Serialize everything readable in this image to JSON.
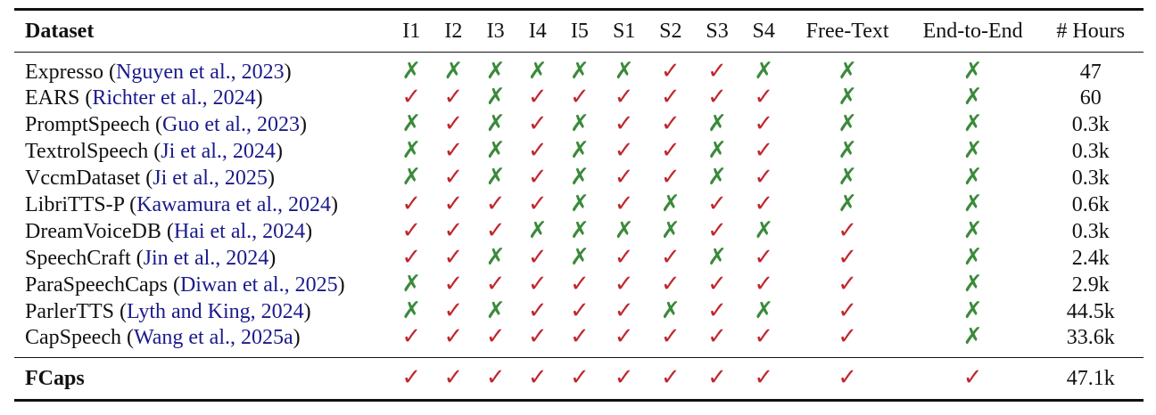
{
  "headers": [
    "Dataset",
    "I1",
    "I2",
    "I3",
    "I4",
    "I5",
    "S1",
    "S2",
    "S3",
    "S4",
    "Free-Text",
    "End-to-End",
    "# Hours"
  ],
  "colors": {
    "check": "#c0272d",
    "cross": "#3a8a3a",
    "cite": "#1a1a8c"
  },
  "rows": [
    {
      "name": "Expresso",
      "cite_open": " (",
      "cite": "Nguyen et al., 2023",
      "cite_close": ")",
      "flags": [
        0,
        0,
        0,
        0,
        0,
        0,
        1,
        1,
        0,
        0,
        0
      ],
      "hours": "47"
    },
    {
      "name": "EARS",
      "cite_open": " (",
      "cite": "Richter et al., 2024",
      "cite_close": ")",
      "flags": [
        1,
        1,
        0,
        1,
        1,
        1,
        1,
        1,
        1,
        0,
        0
      ],
      "hours": "60"
    },
    {
      "name": "PromptSpeech",
      "cite_open": " (",
      "cite": "Guo et al., 2023",
      "cite_close": ")",
      "flags": [
        0,
        1,
        0,
        1,
        0,
        1,
        1,
        0,
        1,
        0,
        0
      ],
      "hours": "0.3k"
    },
    {
      "name": "TextrolSpeech",
      "cite_open": " (",
      "cite": "Ji et al., 2024",
      "cite_close": ")",
      "flags": [
        0,
        1,
        0,
        1,
        0,
        1,
        1,
        0,
        1,
        0,
        0
      ],
      "hours": "0.3k"
    },
    {
      "name": "VccmDataset",
      "cite_open": " (",
      "cite": "Ji et al., 2025",
      "cite_close": ")",
      "flags": [
        0,
        1,
        0,
        1,
        0,
        1,
        1,
        0,
        1,
        0,
        0
      ],
      "hours": "0.3k"
    },
    {
      "name": "LibriTTS-P",
      "cite_open": " (",
      "cite": "Kawamura et al., 2024",
      "cite_close": ")",
      "flags": [
        1,
        1,
        1,
        1,
        0,
        1,
        0,
        1,
        1,
        0,
        0
      ],
      "hours": "0.6k"
    },
    {
      "name": "DreamVoiceDB",
      "cite_open": " (",
      "cite": "Hai et al., 2024",
      "cite_close": ")",
      "flags": [
        1,
        1,
        1,
        0,
        0,
        0,
        0,
        1,
        0,
        1,
        0
      ],
      "hours": "0.3k"
    },
    {
      "name": "SpeechCraft",
      "cite_open": " (",
      "cite": "Jin et al., 2024",
      "cite_close": ")",
      "flags": [
        1,
        1,
        0,
        1,
        0,
        1,
        1,
        0,
        1,
        1,
        0
      ],
      "hours": "2.4k"
    },
    {
      "name": "ParaSpeechCaps",
      "cite_open": " (",
      "cite": "Diwan et al., 2025",
      "cite_close": ")",
      "flags": [
        0,
        1,
        1,
        1,
        1,
        1,
        1,
        1,
        1,
        1,
        0
      ],
      "hours": "2.9k"
    },
    {
      "name": "ParlerTTS",
      "cite_open": " (",
      "cite": "Lyth and King, 2024",
      "cite_close": ")",
      "flags": [
        0,
        1,
        0,
        1,
        1,
        1,
        0,
        1,
        0,
        1,
        0
      ],
      "hours": "44.5k"
    },
    {
      "name": "CapSpeech",
      "cite_open": " (",
      "cite": "Wang et al., 2025a",
      "cite_close": ")",
      "flags": [
        1,
        1,
        1,
        1,
        1,
        1,
        1,
        1,
        1,
        1,
        0
      ],
      "hours": "33.6k"
    }
  ],
  "final": {
    "name": "FCaps",
    "flags": [
      1,
      1,
      1,
      1,
      1,
      1,
      1,
      1,
      1,
      1,
      1
    ],
    "hours": "47.1k"
  },
  "symbols": {
    "check": "✓",
    "cross": "✗"
  }
}
